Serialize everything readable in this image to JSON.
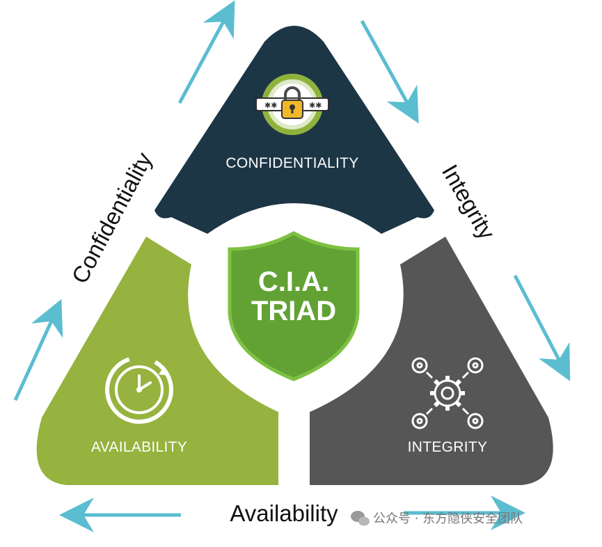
{
  "center": {
    "line1": "C.I.A.",
    "line2": "TRIAD"
  },
  "segments": {
    "top": {
      "label": "CONFIDENTIALITY",
      "icon": "padlock-icon",
      "color": "#1c3646"
    },
    "left": {
      "label": "AVAILABILITY",
      "icon": "clock-icon",
      "color": "#95b33e"
    },
    "right": {
      "label": "INTEGRITY",
      "icon": "gears-icon",
      "color": "#565656"
    }
  },
  "side_labels": {
    "left": "Confidentiality",
    "right": "Integrity",
    "bottom": "Availability"
  },
  "watermark": "公众号 · 东方隐侠安全团队",
  "colors": {
    "arrow": "#5bbdd0",
    "shield": "#62a234",
    "shield_edge": "#7dc142"
  }
}
